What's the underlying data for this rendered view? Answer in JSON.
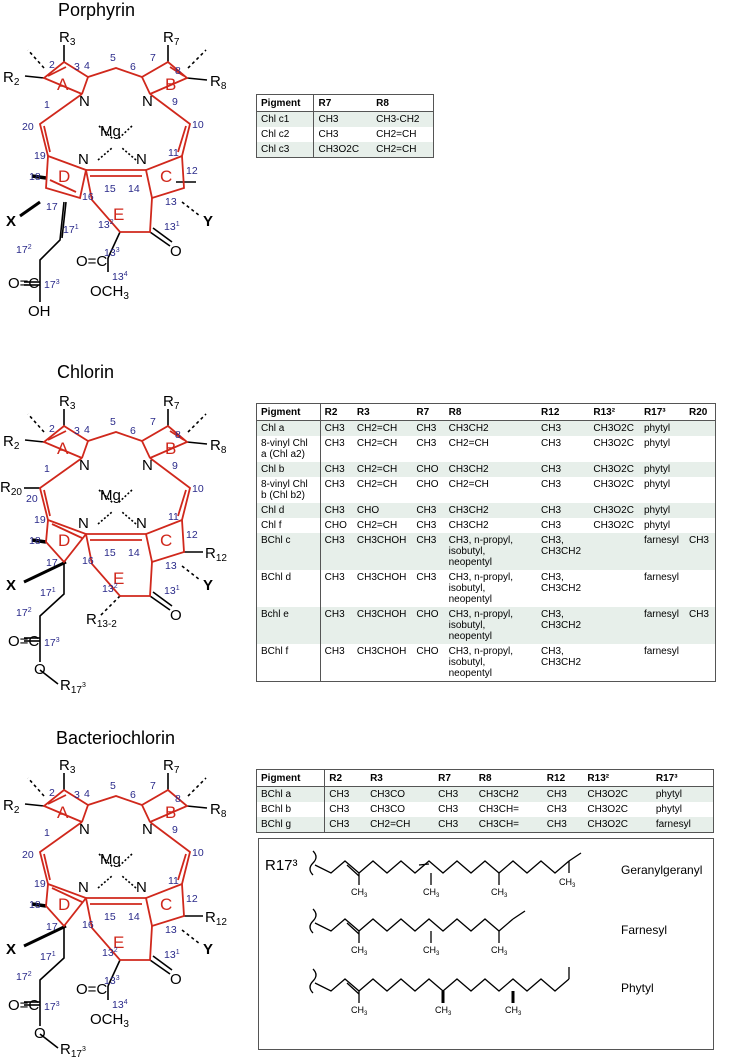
{
  "sections": {
    "porphyrin": "Porphyrin",
    "chlorin": "Chlorin",
    "bacteriochlorin": "Bacteriochlorin"
  },
  "colors": {
    "ring_highlight": "#d0281c",
    "locant_numbers": "#2a2a8a",
    "table_shade": "#e7efea"
  },
  "tables": {
    "porphyrin": {
      "headers": [
        "Pigment",
        "R7",
        "R8"
      ],
      "rows": [
        [
          "Chl c1",
          "CH3",
          "CH3-CH2"
        ],
        [
          "Chl c2",
          "CH3",
          "CH2=CH"
        ],
        [
          "Chl c3",
          "CH3O2C",
          "CH2=CH"
        ]
      ]
    },
    "chlorin": {
      "headers": [
        "Pigment",
        "R2",
        "R3",
        "R7",
        "R8",
        "R12",
        "R13²",
        "R17³",
        "R20"
      ],
      "rows": [
        [
          "Chl a",
          "CH3",
          "CH2=CH",
          "CH3",
          "CH3CH2",
          "CH3",
          "CH3O2C",
          "phytyl",
          ""
        ],
        [
          "8-vinyl Chl a (Chl a2)",
          "CH3",
          "CH2=CH",
          "CH3",
          "CH2=CH",
          "CH3",
          "CH3O2C",
          "phytyl",
          ""
        ],
        [
          "Chl b",
          "CH3",
          "CH2=CH",
          "CHO",
          "CH3CH2",
          "CH3",
          "CH3O2C",
          "phytyl",
          ""
        ],
        [
          "8-vinyl Chl b (Chl b2)",
          "CH3",
          "CH2=CH",
          "CHO",
          "CH2=CH",
          "CH3",
          "CH3O2C",
          "phytyl",
          ""
        ],
        [
          "Chl d",
          "CH3",
          "CHO",
          "CH3",
          "CH3CH2",
          "CH3",
          "CH3O2C",
          "phytyl",
          ""
        ],
        [
          "Chl f",
          "CHO",
          "CH2=CH",
          "CH3",
          "CH3CH2",
          "CH3",
          "CH3O2C",
          "phytyl",
          ""
        ],
        [
          "BChl c",
          "CH3",
          "CH3CHOH",
          "CH3",
          "CH3, n-propyl, isobutyl, neopentyl",
          "CH3, CH3CH2",
          "",
          "farnesyl",
          "CH3"
        ],
        [
          "BChl d",
          "CH3",
          "CH3CHOH",
          "CH3",
          "CH3, n-propyl, isobutyl, neopentyl",
          "CH3, CH3CH2",
          "",
          "farnesyl",
          ""
        ],
        [
          "Bchl e",
          "CH3",
          "CH3CHOH",
          "CHO",
          "CH3, n-propyl, isobutyl, neopentyl",
          "CH3, CH3CH2",
          "",
          "farnesyl",
          "CH3"
        ],
        [
          "BChl f",
          "CH3",
          "CH3CHOH",
          "CHO",
          "CH3, n-propyl, isobutyl, neopentyl",
          "CH3, CH3CH2",
          "",
          "farnesyl",
          ""
        ]
      ]
    },
    "bacteriochlorin": {
      "headers": [
        "Pigment",
        "R2",
        "R3",
        "R7",
        "R8",
        "R12",
        "R13²",
        "R17³"
      ],
      "rows": [
        [
          "BChl a",
          "CH3",
          "CH3CO",
          "CH3",
          "CH3CH2",
          "CH3",
          "CH3O2C",
          "phytyl"
        ],
        [
          "BChl b",
          "CH3",
          "CH3CO",
          "CH3",
          "CH3CH=",
          "CH3",
          "CH3O2C",
          "phytyl"
        ],
        [
          "BChl g",
          "CH3",
          "CH2=CH",
          "CH3",
          "CH3CH=",
          "CH3",
          "CH3O2C",
          "farnesyl"
        ]
      ]
    }
  },
  "r17_box": {
    "label": "R17³",
    "chains": [
      "Geranylgeranyl",
      "Farnesyl",
      "Phytyl"
    ],
    "methyl": "CH3"
  },
  "molecule": {
    "ring_letters": [
      "A",
      "B",
      "C",
      "D",
      "E"
    ],
    "metal": "Mg",
    "nitrogen": "N",
    "oxygen": "O",
    "x_sub": "X",
    "y_sub": "Y",
    "r2": "R2",
    "r3": "R3",
    "r7": "R7",
    "r8": "R8",
    "r12": "R12",
    "r20": "R20",
    "r13_2": "R13-2",
    "r17_3": "R17³",
    "ester_c133": "O=C",
    "och3": "OCH3",
    "acid_c173": "O=C",
    "oh": "OH",
    "o_single": "O",
    "locants": [
      "1",
      "2",
      "3",
      "4",
      "5",
      "6",
      "7",
      "8",
      "9",
      "10",
      "11",
      "12",
      "13",
      "14",
      "15",
      "16",
      "17",
      "18",
      "19",
      "20",
      "17¹",
      "17²",
      "17³",
      "13¹",
      "13²",
      "13³",
      "13⁴"
    ]
  }
}
